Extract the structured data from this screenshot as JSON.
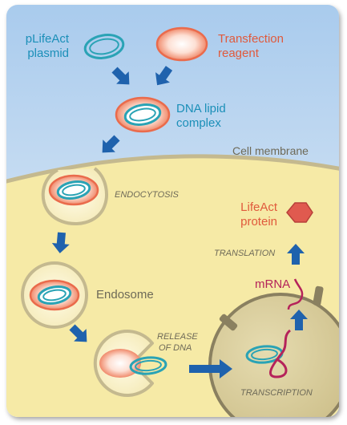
{
  "labels": {
    "plasmid_line1": "pLifeAct",
    "plasmid_line2": "plasmid",
    "reagent_line1": "Transfection",
    "reagent_line2": "reagent",
    "complex_line1": "DNA lipid",
    "complex_line2": "complex",
    "cell_membrane": "Cell membrane",
    "endocytosis": "ENDOCYTOSIS",
    "endosome": "Endosome",
    "release_line1": "RELEASE",
    "release_line2": "OF DNA",
    "transcription": "TRANSCRIPTION",
    "translation": "TRANSLATION",
    "mrna": "mRNA",
    "protein_line1": "LifeAct",
    "protein_line2": "protein"
  },
  "colors": {
    "sky_top": "#b7d3ee",
    "sky_bottom": "#e8f0f8",
    "cytoplasm": "#f6eaa6",
    "membrane": "#c4b98f",
    "nucleus": "#d3c89a",
    "arrow": "#1f62ad",
    "plasmid_teal": "#2aa3b5",
    "reagent_orange": "#ea6b4c",
    "reagent_fill": "#fbd2c4",
    "protein_red": "#e05a4f",
    "mrna_magenta": "#b5235a",
    "label_teal": "#1b8fb8",
    "label_orange": "#e05a3c",
    "label_gray": "#6e6a58"
  },
  "icons": [
    "arrow-icon",
    "hexagon-protein-icon",
    "plasmid-ring-icon",
    "vesicle-icon",
    "nucleus-icon"
  ]
}
